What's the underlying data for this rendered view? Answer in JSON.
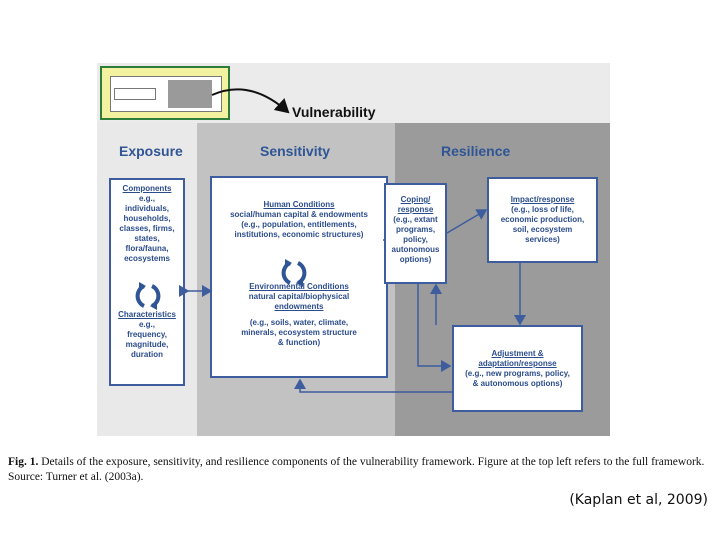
{
  "diagram": {
    "title": "Vulnerability",
    "columns": {
      "exposure": "Exposure",
      "sensitivity": "Sensitivity",
      "resilience": "Resilience"
    },
    "exposure_box": {
      "components_head": "Components",
      "components_body": [
        "e.g.,",
        "individuals,",
        "households,",
        "classes, firms,",
        "states,",
        "flora/fauna,",
        "ecosystems"
      ],
      "characteristics_head": "Characteristics",
      "characteristics_body": [
        "e.g.,",
        "frequency,",
        "magnitude,",
        "duration"
      ]
    },
    "sensitivity_box": {
      "human_head": "Human Conditions",
      "human_sub": "social/human capital & endowments",
      "human_body": [
        "(e.g., population, entitlements,",
        "institutions, economic structures)"
      ],
      "env_head": "Environmental Conditions",
      "env_sub": [
        "natural capital/biophysical",
        "endowments"
      ],
      "env_body": [
        "(e.g., soils, water, climate,",
        "minerals, ecosystem structure",
        "& function)"
      ]
    },
    "coping_box": {
      "head": [
        "Coping/",
        "response"
      ],
      "body": [
        "(e.g., extant",
        "programs,",
        "policy,",
        "autonomous",
        "options)"
      ]
    },
    "impact_box": {
      "head": "Impact/response",
      "body": [
        "(e.g., loss of life,",
        "economic production,",
        "soil, ecosystem",
        "services)"
      ]
    },
    "adjustment_box": {
      "head": [
        "Adjustment &",
        "adaptation/response"
      ],
      "body": [
        "(e.g., new programs, policy,",
        "& autonomous options)"
      ]
    }
  },
  "caption": {
    "label": "Fig. 1.",
    "text": " Details of the exposure, sensitivity, and resilience components of the vulnerability framework. Figure at the top left refers to the full framework. Source: Turner et al. (2003a)."
  },
  "citation": "(Kaplan et al, 2009)",
  "colors": {
    "exposure_band": "#e9e9e9",
    "sensitivity_band": "#c2c2c2",
    "resilience_band": "#9b9b9b",
    "box_border": "#3d5d9e",
    "heading_blue": "#2f5596",
    "inset_green": "#2e7d3a",
    "inset_yellow": "#f2f2a0"
  }
}
